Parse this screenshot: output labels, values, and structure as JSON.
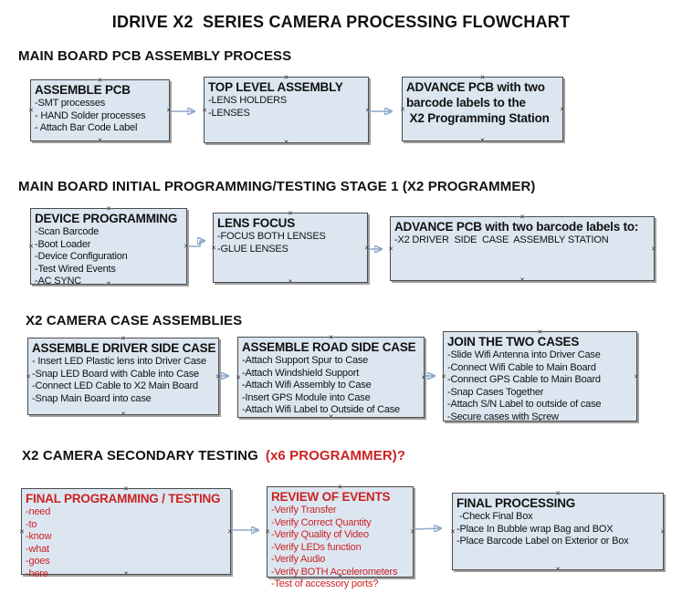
{
  "page_title": "IDRIVE X2  SERIES CAMERA PROCESSING FLOWCHART",
  "anchor_glyph": "×",
  "colors": {
    "box_fill": "#dce6f1",
    "box_border": "#4a4a4a",
    "box_shadow": "#9f9f9f",
    "connector_line": "#8fa8cc",
    "connector_head": "#1f3a68",
    "red_text": "#cc2222",
    "black_text": "#111111"
  },
  "sections": {
    "s1": {
      "heading_black": "MAIN BOARD PCB ASSEMBLY PROCESS",
      "heading_red": ""
    },
    "s2": {
      "heading_black": "MAIN BOARD INITIAL PROGRAMMING/TESTING STAGE 1 (X2 PROGRAMMER)",
      "heading_red": ""
    },
    "s3": {
      "heading_black": "X2 CAMERA CASE ASSEMBLIES",
      "heading_red": ""
    },
    "s4": {
      "heading_black": "X2 CAMERA SECONDARY TESTING",
      "heading_red": "(x6 PROGRAMMER)?"
    }
  },
  "boxes": {
    "assemble_pcb": {
      "title": "ASSEMBLE PCB",
      "items": [
        "-SMT processes",
        "- HAND Solder processes",
        "- Attach Bar Code Label"
      ]
    },
    "top_level_assembly": {
      "title": "TOP LEVEL ASSEMBLY",
      "items": [
        "-LENS HOLDERS",
        "-LENSES"
      ]
    },
    "advance_pcb_station": {
      "title": "ADVANCE PCB with two\nbarcode labels to the\n X2 Programming Station",
      "items": []
    },
    "device_programming": {
      "title": "DEVICE PROGRAMMING",
      "items": [
        "-Scan Barcode",
        "-Boot Loader",
        "-Device Configuration",
        "-Test Wired Events",
        "-AC SYNC"
      ]
    },
    "lens_focus": {
      "title": "LENS FOCUS",
      "items": [
        "-FOCUS BOTH LENSES",
        "-GLUE LENSES"
      ]
    },
    "advance_pcb_case": {
      "title": "ADVANCE PCB with two barcode labels to:",
      "items": [
        "-X2 DRIVER  SIDE  CASE  ASSEMBLY STATION"
      ]
    },
    "assemble_driver_side_case": {
      "title": "ASSEMBLE DRIVER SIDE CASE",
      "items": [
        "- Insert LED Plastic lens into Driver Case",
        "-Snap LED Board with Cable into Case",
        "-Connect LED Cable to X2 Main Board",
        "-Snap Main Board into case"
      ]
    },
    "assemble_road_side_case": {
      "title": "ASSEMBLE ROAD SIDE CASE",
      "items": [
        "-Attach Support Spur to Case",
        "-Attach Windshield Support",
        "-Attach Wifi Assembly to Case",
        "-Insert GPS Module into Case",
        "-Attach Wifi Label to Outside of Case"
      ]
    },
    "join_the_two_cases": {
      "title": "JOIN THE TWO CASES",
      "items": [
        "-Slide Wifi Antenna into Driver Case",
        "-Connect Wifi Cable to Main Board",
        "-Connect GPS Cable to Main Board",
        "-Snap Cases Together",
        "-Attach S/N Label to outside of case",
        "-Secure cases with Screw"
      ]
    },
    "final_programming_testing": {
      "title": "FINAL PROGRAMMING / TESTING",
      "items": [
        "-need",
        "-to",
        "-know",
        "-what",
        "-goes",
        "-here"
      ]
    },
    "review_of_events": {
      "title": "REVIEW OF EVENTS",
      "items": [
        "-Verify Transfer",
        "-Verify Correct Quantity",
        "-Verify Quality of Video",
        "-Verify LEDs function",
        "-Verify Audio",
        "-Verify BOTH Accelerometers",
        "-Test of accessory ports?"
      ]
    },
    "final_processing": {
      "title": "FINAL PROCESSING",
      "items": [
        " -Check Final Box",
        "-Place In Bubble wrap Bag and BOX",
        "-Place Barcode Label on Exterior or Box"
      ]
    }
  }
}
